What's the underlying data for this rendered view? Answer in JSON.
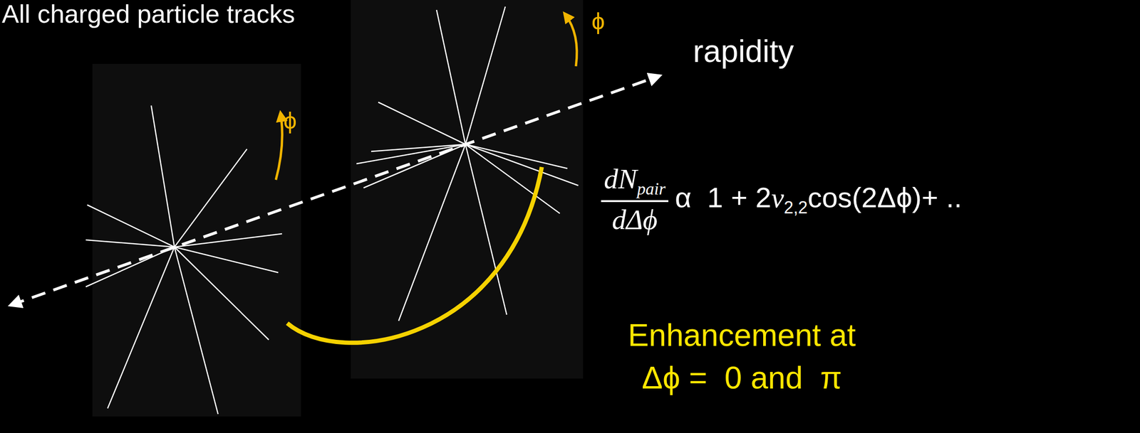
{
  "diagram": {
    "title": "All charged particle tracks",
    "labels": [
      "ϕ",
      "ϕ",
      "rapidity",
      "dN",
      "pair",
      "dΔϕ",
      "α  1 + 2",
      "v",
      "2,2",
      "cos(2Δϕ)+ ..",
      "Enhancement at",
      "Δϕ =  0 and  π"
    ]
  }
}
